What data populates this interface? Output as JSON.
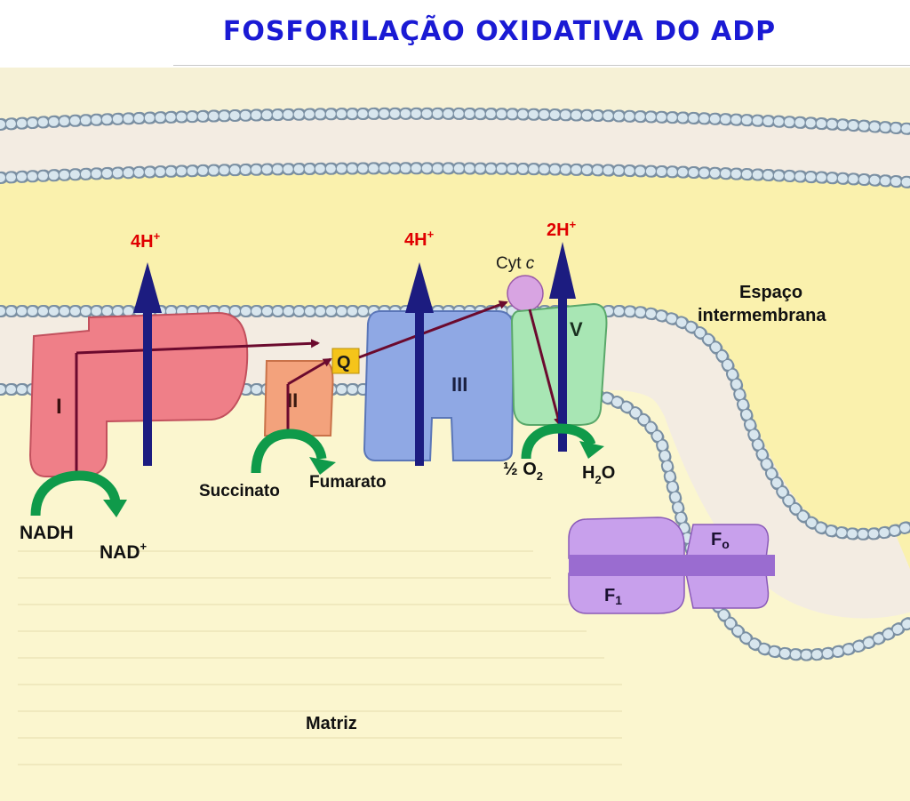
{
  "title": "FOSFORILAÇÃO OXIDATIVA DO ADP",
  "labels": {
    "h4_1": "4H",
    "h4_2": "4H",
    "h2": "2H",
    "plus": "+",
    "cytc_main": "Cyt",
    "cytc_italic": "c",
    "q": "Q",
    "complex_I": "I",
    "complex_II": "II",
    "complex_III": "III",
    "complex_V": "V",
    "fo_main": "F",
    "fo_sub": "o",
    "f1_main": "F",
    "f1_sub": "1",
    "espaco": "Espaço",
    "intermembrana": "intermembrana",
    "succinato": "Succinato",
    "fumarato": "Fumarato",
    "nadh": "NADH",
    "nad": "NAD",
    "o2_half": "½ O",
    "o2_sub": "2",
    "h2o_h": "H",
    "h2o_sub": "2",
    "h2o_o": "O",
    "matriz": "Matriz"
  },
  "colors": {
    "title": "#1a1ad4",
    "proton_label": "#e00000",
    "proton_arrow": "#1c1c80",
    "electron_path": "#6b0a2e",
    "curve_arrow": "#0f9a4a",
    "complex_I": "#ef7f88",
    "complex_II": "#f3a27c",
    "complex_III": "#8fa8e4",
    "complex_V": "#a8e6b4",
    "cyt_c": "#d8a4e2",
    "q_box": "#f5c41a",
    "atp_synthase": "#c8a0ec",
    "matrix": "#fbf6cf",
    "intermembrane": "#faf2b0"
  }
}
